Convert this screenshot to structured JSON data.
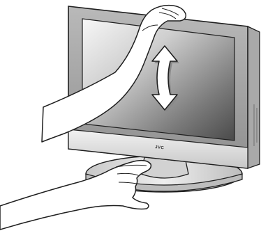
{
  "illustration": {
    "brand_logo_text": "JVC",
    "colors": {
      "line": "#1f1f1f",
      "bezel": "#c9c9c9",
      "bezel_dark": "#9a9a9a",
      "screen_light": "#f3f3f3",
      "screen_dark": "#5e5e5e",
      "stand": "#dcdcdc",
      "skin": "#ffffff",
      "arrow": "#ffffff",
      "arrow_shadow": "#9a9a9a"
    },
    "icons": {
      "tilt_arrow": "double-headed-curved-arrow",
      "upper_hand": "hand-gripping-top",
      "lower_hand": "hand-holding-base"
    }
  }
}
